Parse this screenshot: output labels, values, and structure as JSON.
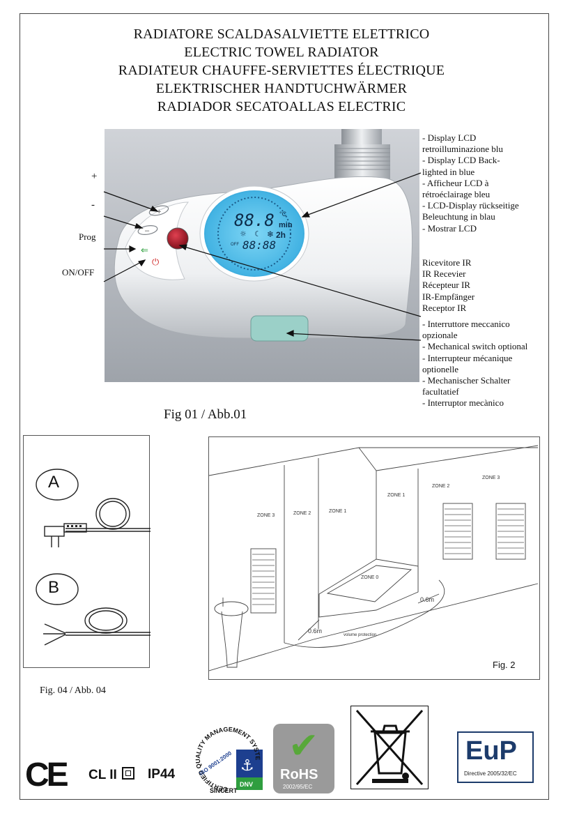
{
  "titles": [
    "RADIATORE SCALDASALVIETTE ELETTRICO",
    "ELECTRIC TOWEL RADIATOR",
    "RADIATEUR CHAUFFE-SERVIETTES ÉLECTRIQUE",
    "ELEKTRISCHER HANDTUCHWÄRMER",
    "RADIADOR SECATOALLAS ELECTRIC"
  ],
  "buttons_labels": {
    "plus": "+",
    "minus": "-",
    "prog": "Prog",
    "onoff": "ON/OFF"
  },
  "lcd": {
    "top_digits": "88.8",
    "unit_c": "°C",
    "unit_min": "min",
    "hours": "2h",
    "bottom_digits": "88:88",
    "off": "OFF"
  },
  "display_desc": [
    "- Display LCD",
    "retroilluminazione blu",
    "- Display LCD  Back-",
    "lighted in blue",
    "- Afficheur LCD à",
    "rétroéclairage bleu",
    "- LCD-Display rückseitige",
    "Beleuchtung in blau",
    "- Mostrar LCD"
  ],
  "ir_desc": [
    "Ricevitore IR",
    "IR Recevier",
    "Récepteur IR",
    "IR-Empfänger",
    "Receptor IR"
  ],
  "switch_desc": [
    "- Interruttore meccanico",
    "opzionale",
    "- Mechanical switch optional",
    "- Interrupteur mécanique",
    "optionelle",
    "- Mechanischer Schalter",
    "facultatief",
    "- Interruptor mecànico"
  ],
  "fig01_caption": "Fig 01 / Abb.01",
  "fig04": {
    "label_a": "A",
    "label_b": "B",
    "caption": "Fig. 04 / Abb. 04"
  },
  "fig2": {
    "caption": "Fig. 2",
    "zones": [
      "ZONE 3",
      "ZONE 2",
      "ZONE 1",
      "ZONE 1",
      "ZONE 2",
      "ZONE 3",
      "ZONE 0"
    ],
    "dist_a": "0.6m",
    "dist_b": "0.6m",
    "volume": "volume protection"
  },
  "certs": {
    "ce": "CE",
    "class": "CL II",
    "ip": "IP44",
    "quality_ring": "CERTIFIED QUALITY MANAGEMENT SYSTEM",
    "iso": "ISO 9001:2000",
    "sincert": "SINCERT",
    "dnv": "DNV",
    "rohs": "RoHS",
    "rohs_sub": "2002/95/EC",
    "eup": "EuP",
    "eup_sub": "Directive 2005/32/EC"
  }
}
